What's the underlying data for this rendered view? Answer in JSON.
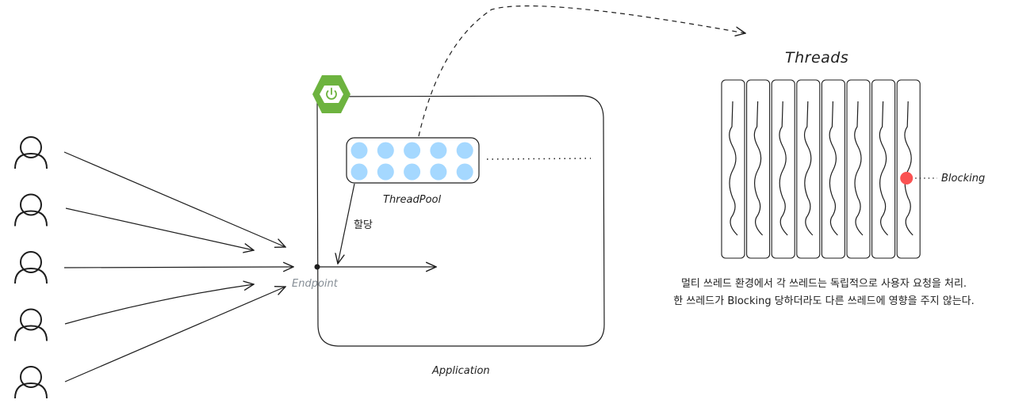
{
  "diagram": {
    "users": {
      "count": 5,
      "icon": "user-icon"
    },
    "application": {
      "label": "Application",
      "logo": {
        "icon": "spring-power-icon",
        "color": "#6db33f"
      }
    },
    "threadpool": {
      "label": "ThreadPool",
      "rows": 2,
      "cols": 5,
      "thread_color": "#a5d8ff",
      "continuation": "dotted-line"
    },
    "endpoint": {
      "label": "Endpoint",
      "color": "#868e96"
    },
    "allocation_label": "할당",
    "threads_panel": {
      "title": "Threads",
      "count": 8,
      "blocked_index": 7,
      "blocked_color": "#fa5252",
      "blocking_label": "Blocking"
    },
    "description": {
      "line1": "멀티 쓰레드 환경에서 각 쓰레드는 독립적으로 사용자 요청을 처리.",
      "line2": "한 쓰레드가 Blocking 당하더라도 다른 쓰레드에 영향을 주지 않는다."
    }
  }
}
